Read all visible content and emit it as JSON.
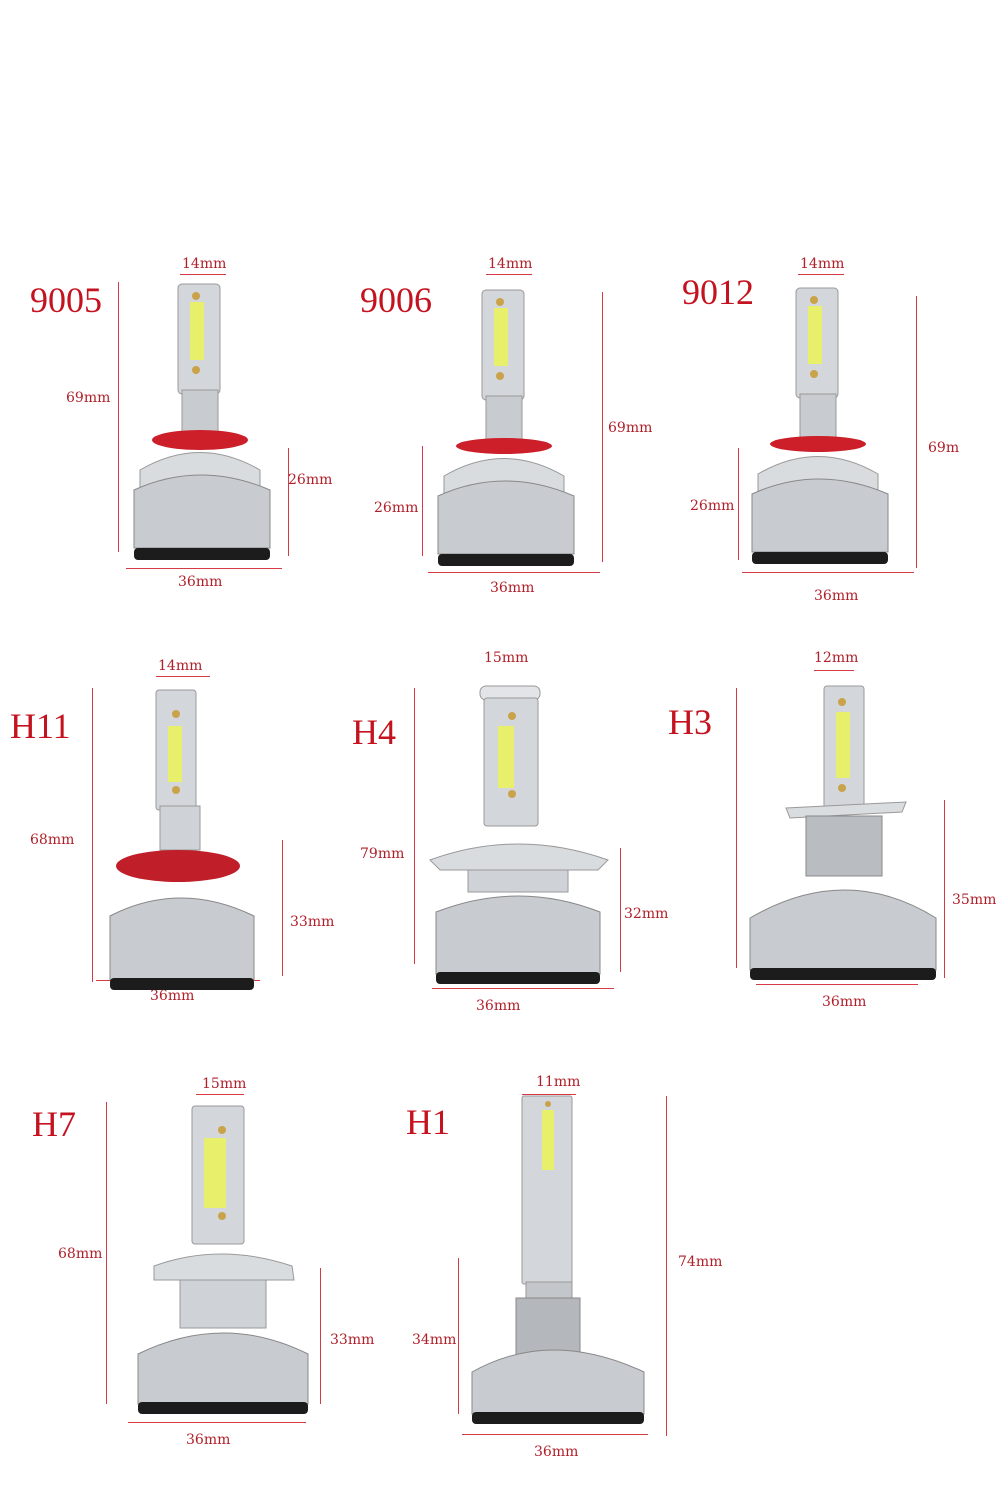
{
  "bulbs": [
    {
      "model": "9005",
      "top": "14mm",
      "height": "69mm",
      "base": "26mm",
      "width": "36mm"
    },
    {
      "model": "9006",
      "top": "14mm",
      "height": "69mm",
      "base": "26mm",
      "width": "36mm"
    },
    {
      "model": "9012",
      "top": "14mm",
      "height": "69m",
      "base": "26mm",
      "width": "36mm"
    },
    {
      "model": "H11",
      "top": "14mm",
      "height": "68mm",
      "base": "33mm",
      "width": "36mm"
    },
    {
      "model": "H4",
      "top": "15mm",
      "height": "79mm",
      "base": "32mm",
      "width": "36mm"
    },
    {
      "model": "H3",
      "top": "12mm",
      "height": "",
      "base": "35mm",
      "width": "36mm"
    },
    {
      "model": "H7",
      "top": "15mm",
      "height": "68mm",
      "base": "33mm",
      "width": "36mm"
    },
    {
      "model": "H1",
      "top": "11mm",
      "height": "74mm",
      "base": "34mm",
      "width": "36mm"
    }
  ],
  "colors": {
    "label": "#c4121f",
    "line": "#d63a44",
    "metal": "#c9ccd0",
    "chip": "#f2f25a"
  }
}
